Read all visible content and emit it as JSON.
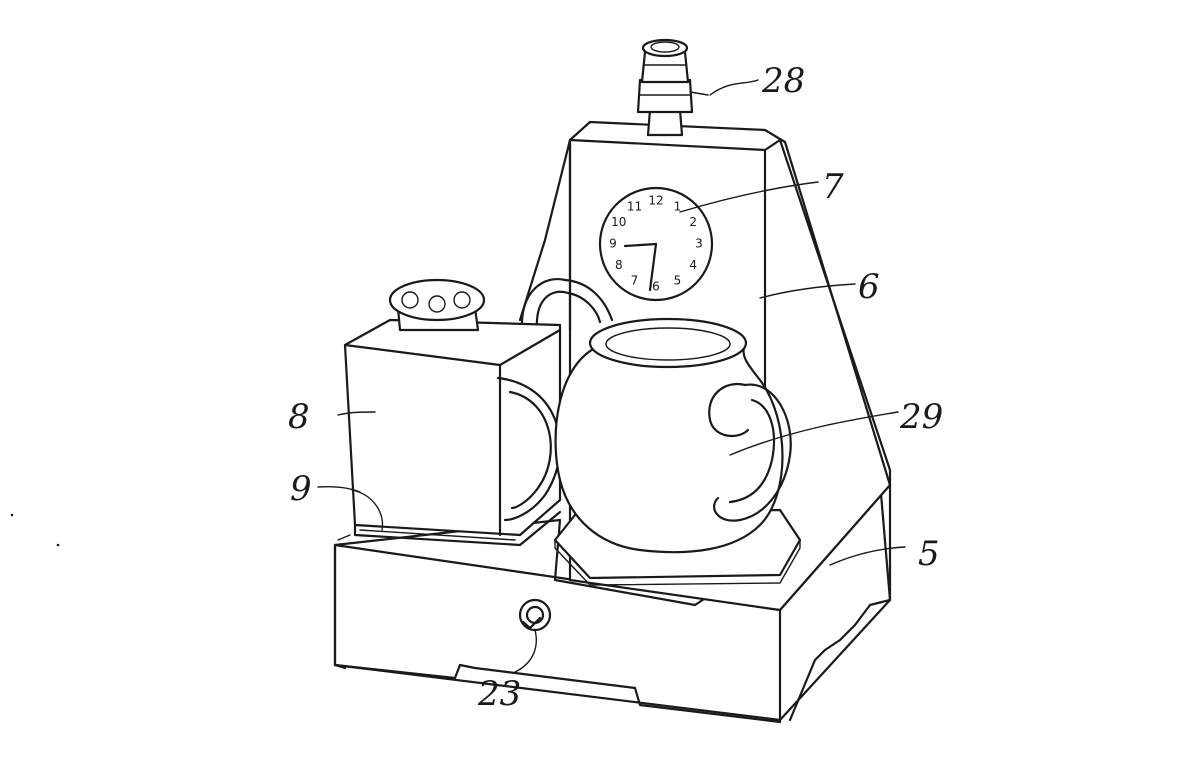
{
  "reference_numerals": {
    "r28": "28",
    "r7": "7",
    "r6": "6",
    "r29": "29",
    "r8": "8",
    "r9": "9",
    "r5": "5",
    "r23": "23"
  },
  "clock": {
    "numerals": [
      "12",
      "1",
      "2",
      "3",
      "4",
      "5",
      "6",
      "7",
      "8",
      "9",
      "10",
      "11"
    ]
  },
  "colors": {
    "ink": "#1a1a1a",
    "paper": "#ffffff"
  }
}
